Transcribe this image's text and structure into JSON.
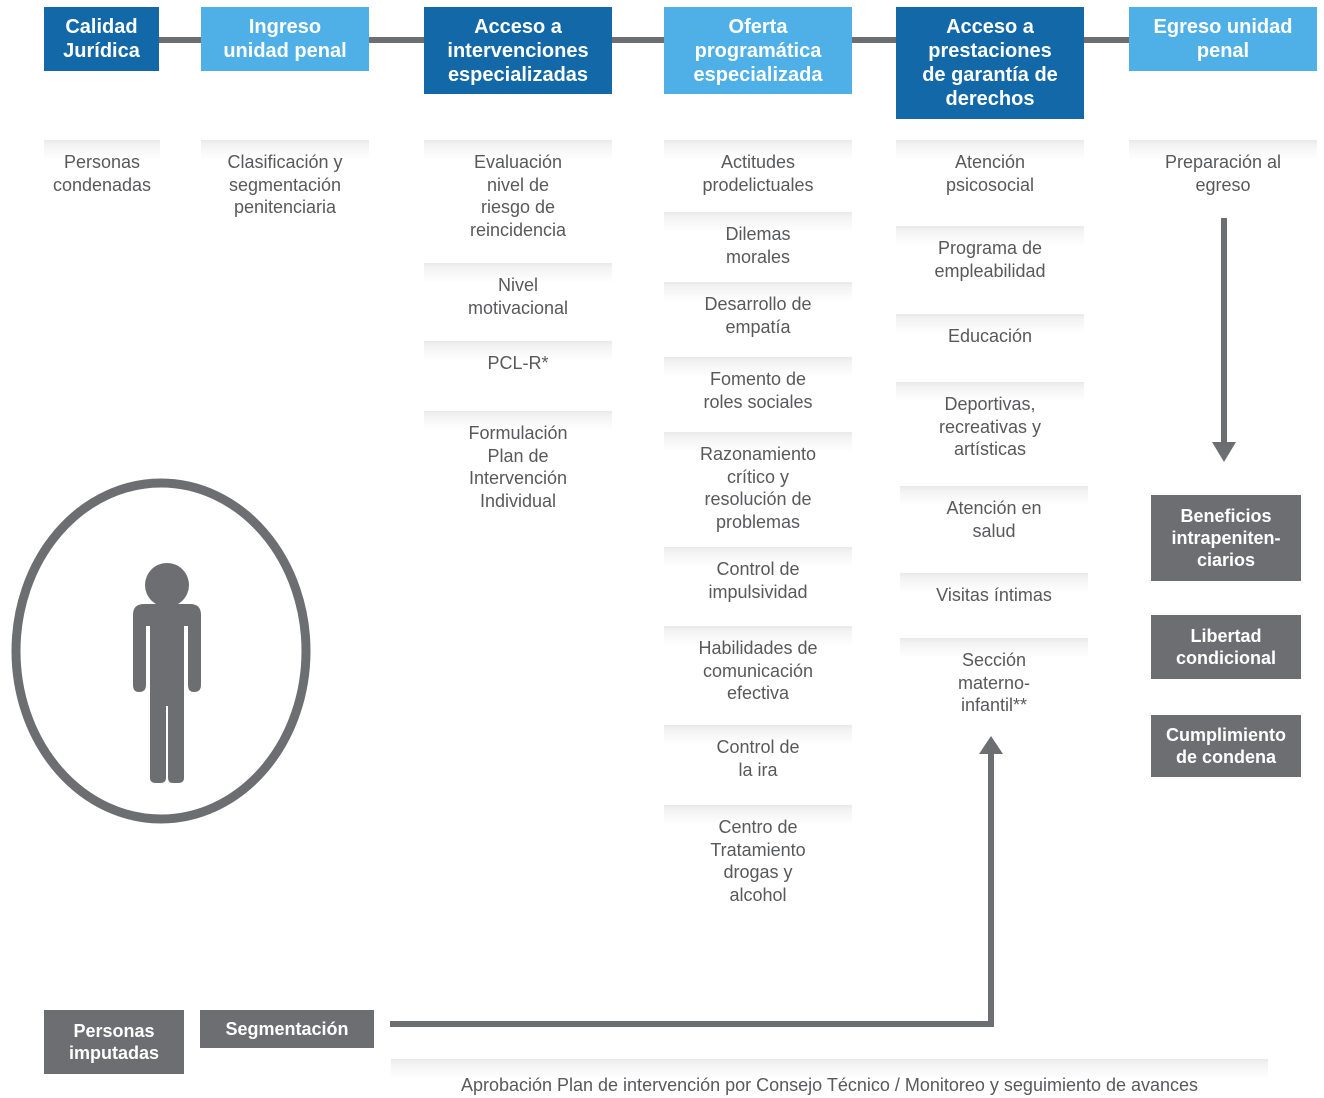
{
  "headers": [
    "Calidad\nJurídica",
    "Ingreso\nunidad penal",
    "Acceso a\nintervenciones\nespecializadas",
    "Oferta\nprogramática\nespecializada",
    "Acceso a\nprestaciones\nde garantía de\nderechos",
    "Egreso unidad\npenal"
  ],
  "col1": [
    "Personas\ncondenadas"
  ],
  "col2": [
    "Clasificación y\nsegmentación\npenitenciaria"
  ],
  "col3": [
    "Evaluación\nnivel de\nriesgo de\nreincidencia",
    "Nivel\nmotivacional",
    "PCL-R*",
    "Formulación\nPlan de\nIntervención\nIndividual"
  ],
  "col4": [
    "Actitudes\nprodelictuales",
    "Dilemas\nmorales",
    "Desarrollo de\nempatía",
    "Fomento de\nroles sociales",
    "Razonamiento\ncrítico y\nresolución de\nproblemas",
    "Control de\nimpulsividad",
    "Habilidades de\ncomunicación\nefectiva",
    "Control de\nla ira",
    "Centro de\nTratamiento\ndrogas y\nalcohol"
  ],
  "col5": [
    "Atención\npsicosocial",
    "Programa de\nempleabilidad",
    "Educación",
    "Deportivas,\nrecreativas y\nartísticas",
    "Atención en\nsalud",
    "Visitas íntimas",
    "Sección\nmaterno-\ninfantil**"
  ],
  "col6": [
    "Preparación al\negreso"
  ],
  "outcomes": [
    "Beneficios\nintrapeniten-\nciarios",
    "Libertad\ncondicional",
    "Cumplimiento\nde condena"
  ],
  "bottom": {
    "imputadas": "Personas\nimputadas",
    "segmentacion": "Segmentación",
    "footer": "Aprobación Plan de intervención por Consejo Técnico / Monitoreo y seguimiento de avances"
  },
  "colors": {
    "dark_blue": "#1369a8",
    "light_blue": "#4fb0e8",
    "gray": "#6d6e71",
    "text": "#58595b"
  },
  "icons": [
    "person-icon",
    "arrow-down-icon",
    "arrow-up-icon"
  ]
}
